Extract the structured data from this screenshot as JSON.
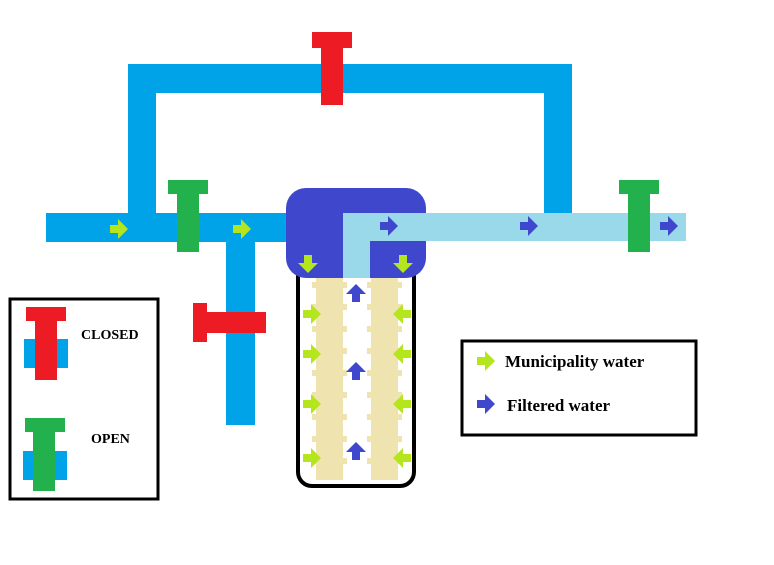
{
  "legend_valves": {
    "closed_label": "CLOSED",
    "open_label": "OPEN"
  },
  "legend_flow": {
    "municipality_label": "Municipality water",
    "filtered_label": "Filtered water"
  },
  "valves": {
    "top_bypass": "closed",
    "inlet": "open",
    "drain": "closed",
    "outlet": "open"
  },
  "colors": {
    "pipe": "#00a2e8",
    "filtered_pipe": "#99d9ea",
    "filter_head": "#3f48cc",
    "filter_cartridge": "#efe4b0",
    "valve_closed": "#ed1c24",
    "valve_open": "#22b14c",
    "arrow_municipality": "#b5e61d",
    "arrow_filtered": "#3f48cc"
  },
  "icons": {
    "municipality_arrow": "green-arrow-icon",
    "filtered_arrow": "blue-arrow-icon"
  }
}
